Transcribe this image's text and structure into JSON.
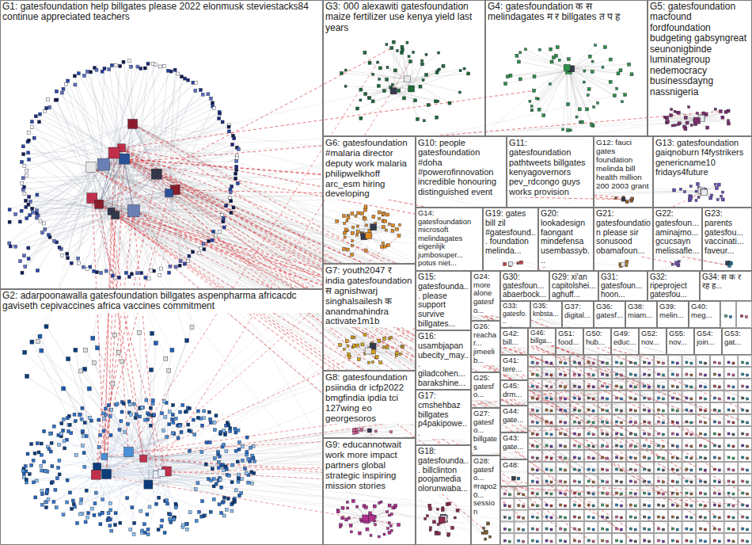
{
  "diagram": {
    "nodes": [
      {
        "text": [
          "G1: gatesfoundation help billgates please 2022 elonmusk steviestacks84 continue appreciated teachers"
        ]
      },
      {
        "text": [
          "G3: 000 alexawiti gatesfoundation maize fertilizer use kenya yield last years"
        ]
      },
      {
        "text": [
          "G4: gatesfoundation क स melindagates म र billgates त प ह"
        ]
      },
      {
        "text": [
          "G5: gatesfoundation macfound fordfoundation budgeting gabsyngreat seunonigbinde luminategroup nedemocracy businessdayng nassnigeria"
        ]
      },
      {
        "text": [
          "G6: gatesfoundation #malaria director deputy work malaria philipwelkhoff arc_esm hiring developing"
        ]
      },
      {
        "text": [
          "G10: people gatesfoundation #doha #powerofinnovation incredible honouring distinguished event"
        ]
      },
      {
        "text": [
          "G11: gatesfoundation pathtweets billgates kenyagovernors pev_rdcongo guys works provision"
        ]
      },
      {
        "text": [
          "G12: fauci gates foundation melinda bill health million 200 2003 grant"
        ]
      },
      {
        "text": [
          "G13: gatesfoundation gaiqnoburn f4fystrikers genericname10 fridays4future"
        ]
      },
      {
        "text": [
          "G14: gatesfoundation microsoft melindagates eigenlijk jumbosuper... potus niet..."
        ]
      },
      {
        "text": [
          "G19: gates bill zil #gatesfound... foundation melinda..."
        ]
      },
      {
        "text": [
          "G20: lookadesign faongant mindefensa usembassyb..."
        ]
      },
      {
        "text": [
          "G21: gatesfoundation please sir sonusood obamafoun..."
        ]
      },
      {
        "text": [
          "G22: gatesfoun... aminajmo... gcucsayn melissafle..."
        ]
      },
      {
        "text": [
          "G23: parents gatesfou... vaccinati... faveur..."
        ]
      },
      {
        "text": [
          "G2: adarpoonawalla gatesfoundation billgates aspenpharma africacdc gaviseth cepivaccines africa vaccines commitment"
        ]
      },
      {
        "text": [
          "G7: youth2047 र india gatesfoundation स agnishwarj singhalsailesh क anandmahindra activate1m1b"
        ]
      },
      {
        "text": [
          "G15: gatesfounda... please support survive billgates..."
        ]
      },
      {
        "text": [
          "G24: more alone gatesfo..."
        ]
      },
      {
        "text": [
          "G30: gatesfoun... abaerbock..."
        ]
      },
      {
        "text": [
          "G29: xi'an capitolshei... aghuff..."
        ]
      },
      {
        "text": [
          "G31: gatesfoun... hoon..."
        ]
      },
      {
        "text": [
          "G32: ripeproject gatesfou..."
        ]
      },
      {
        "text": [
          "G34: स क र रह ह..."
        ]
      },
      {
        "text": [
          "G33: gatesfo..."
        ]
      },
      {
        "text": [
          "G35: knbsta..."
        ]
      },
      {
        "text": [
          "G37: digital..."
        ]
      },
      {
        "text": [
          "G36: gatesf..."
        ]
      },
      {
        "text": [
          "G38: miam..."
        ]
      },
      {
        "text": [
          "G39: melin..."
        ]
      },
      {
        "text": [
          "G40: meg..."
        ]
      },
      {
        "text": [
          "G16: usambjapan ubecity_may... giladcohen... barakshine..."
        ]
      },
      {
        "text": [
          "G26: reachar... jimeelib..."
        ]
      },
      {
        "text": [
          "G42: bill..."
        ]
      },
      {
        "text": [
          "G46: billga..."
        ]
      },
      {
        "text": [
          "G51: food..."
        ]
      },
      {
        "text": [
          "G50: hub..."
        ]
      },
      {
        "text": [
          "G49: educ..."
        ]
      },
      {
        "text": [
          "G52: nov..."
        ]
      },
      {
        "text": [
          "G55: nov..."
        ]
      },
      {
        "text": [
          "G54: join..."
        ]
      },
      {
        "text": [
          "G53: gat..."
        ]
      },
      {
        "text": [
          "G41: tere..."
        ]
      },
      {
        "text": [
          "G8: gatesfoundation psiindia dr icfp2022 bmgfindia ipdia tci 127wing eo georgesoros"
        ]
      },
      {
        "text": [
          "G25: gatesfo..."
        ]
      },
      {
        "text": [
          "G45: drm..."
        ]
      },
      {
        "text": [
          "G17: cmshehbaz billgates p4pakipowe..."
        ]
      },
      {
        "text": [
          "G44: gate..."
        ]
      },
      {
        "text": [
          "G27: gatesfo... billgates"
        ]
      },
      {
        "text": [
          "G9: educannotwait work more impact partners global strategic inspiring mission stories"
        ]
      },
      {
        "text": [
          "G43: gate..."
        ]
      },
      {
        "text": [
          "G18: gatesfounda... billclinton poojamedia olorunwaba..."
        ]
      },
      {
        "text": [
          "G48:"
        ]
      },
      {
        "text": [
          "G28: gatesfo... #rapo20... session"
        ]
      }
    ]
  }
}
